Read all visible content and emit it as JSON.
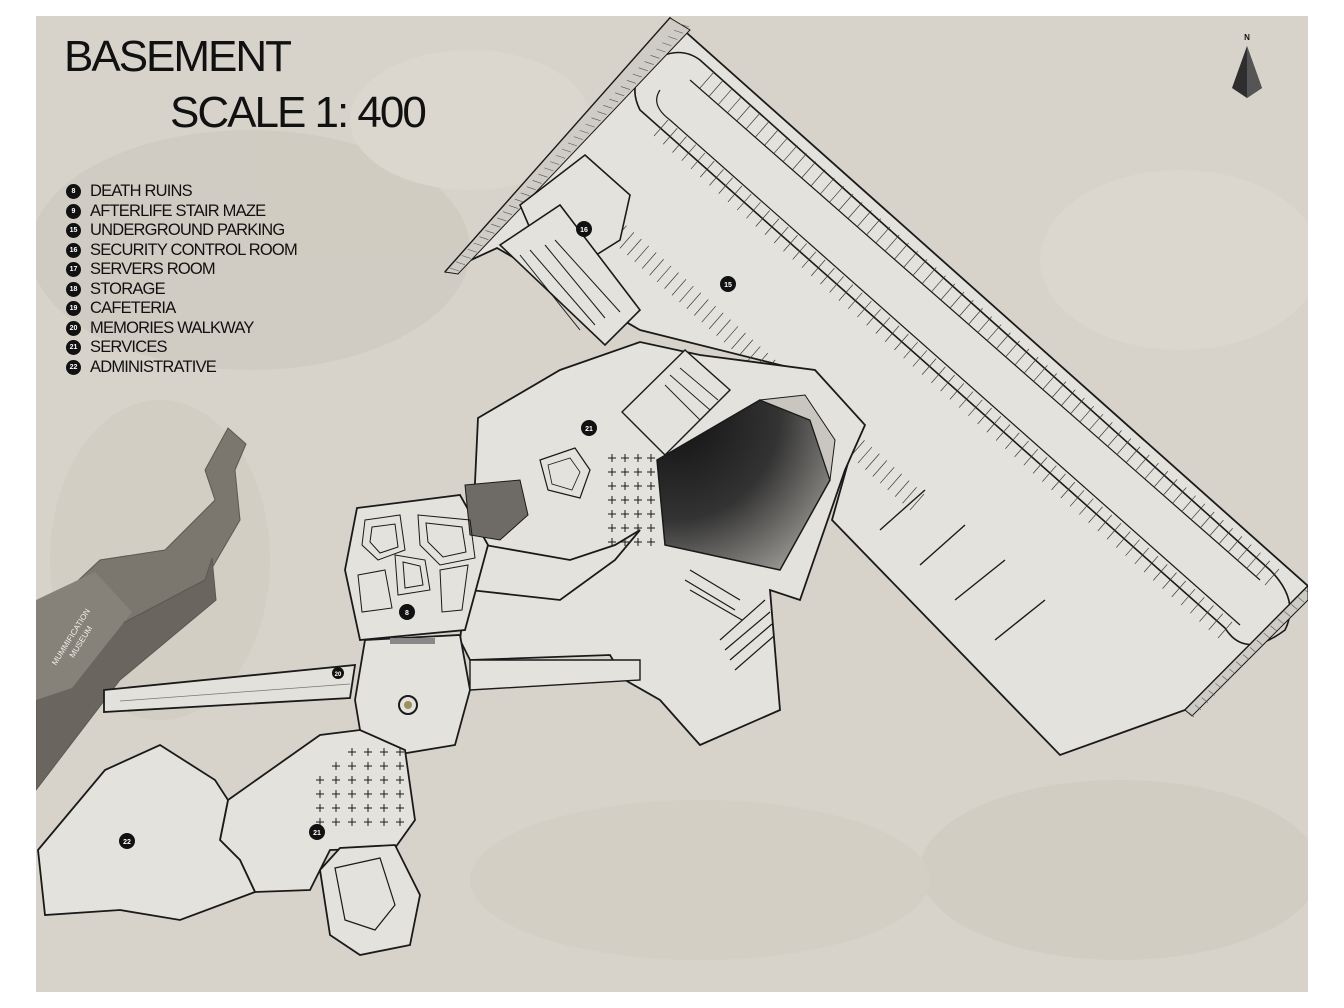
{
  "title": {
    "heading": "BASEMENT",
    "scale": "SCALE  1: 400"
  },
  "north_arrow": {
    "label": "N",
    "icon": "north-arrow-icon"
  },
  "legend": [
    {
      "num": "8",
      "label": "DEATH RUINS"
    },
    {
      "num": "9",
      "label": "AFTERLIFE STAIR MAZE"
    },
    {
      "num": "15",
      "label": "UNDERGROUND PARKING"
    },
    {
      "num": "16",
      "label": "SECURITY CONTROL ROOM"
    },
    {
      "num": "17",
      "label": "SERVERS ROOM"
    },
    {
      "num": "18",
      "label": "STORAGE"
    },
    {
      "num": "19",
      "label": "CAFETERIA"
    },
    {
      "num": "20",
      "label": "MEMORIES WALKWAY"
    },
    {
      "num": "21",
      "label": "SERVICES"
    },
    {
      "num": "22",
      "label": "ADMINISTRATIVE"
    }
  ],
  "museum_label": {
    "line1": "MUMMIFICATION",
    "line2": "MUSEUM"
  },
  "map_markers": {
    "parking": "15",
    "security": "16",
    "death_ruins": "8",
    "walkway": "20",
    "services_top": "21",
    "services_bottom": "21",
    "administrative": "22"
  },
  "colors": {
    "background": "#d6d2c9",
    "floor": "#e3e1db",
    "wall": "#1a1a1a",
    "museum": "#7a766f",
    "marker": "#111111"
  }
}
